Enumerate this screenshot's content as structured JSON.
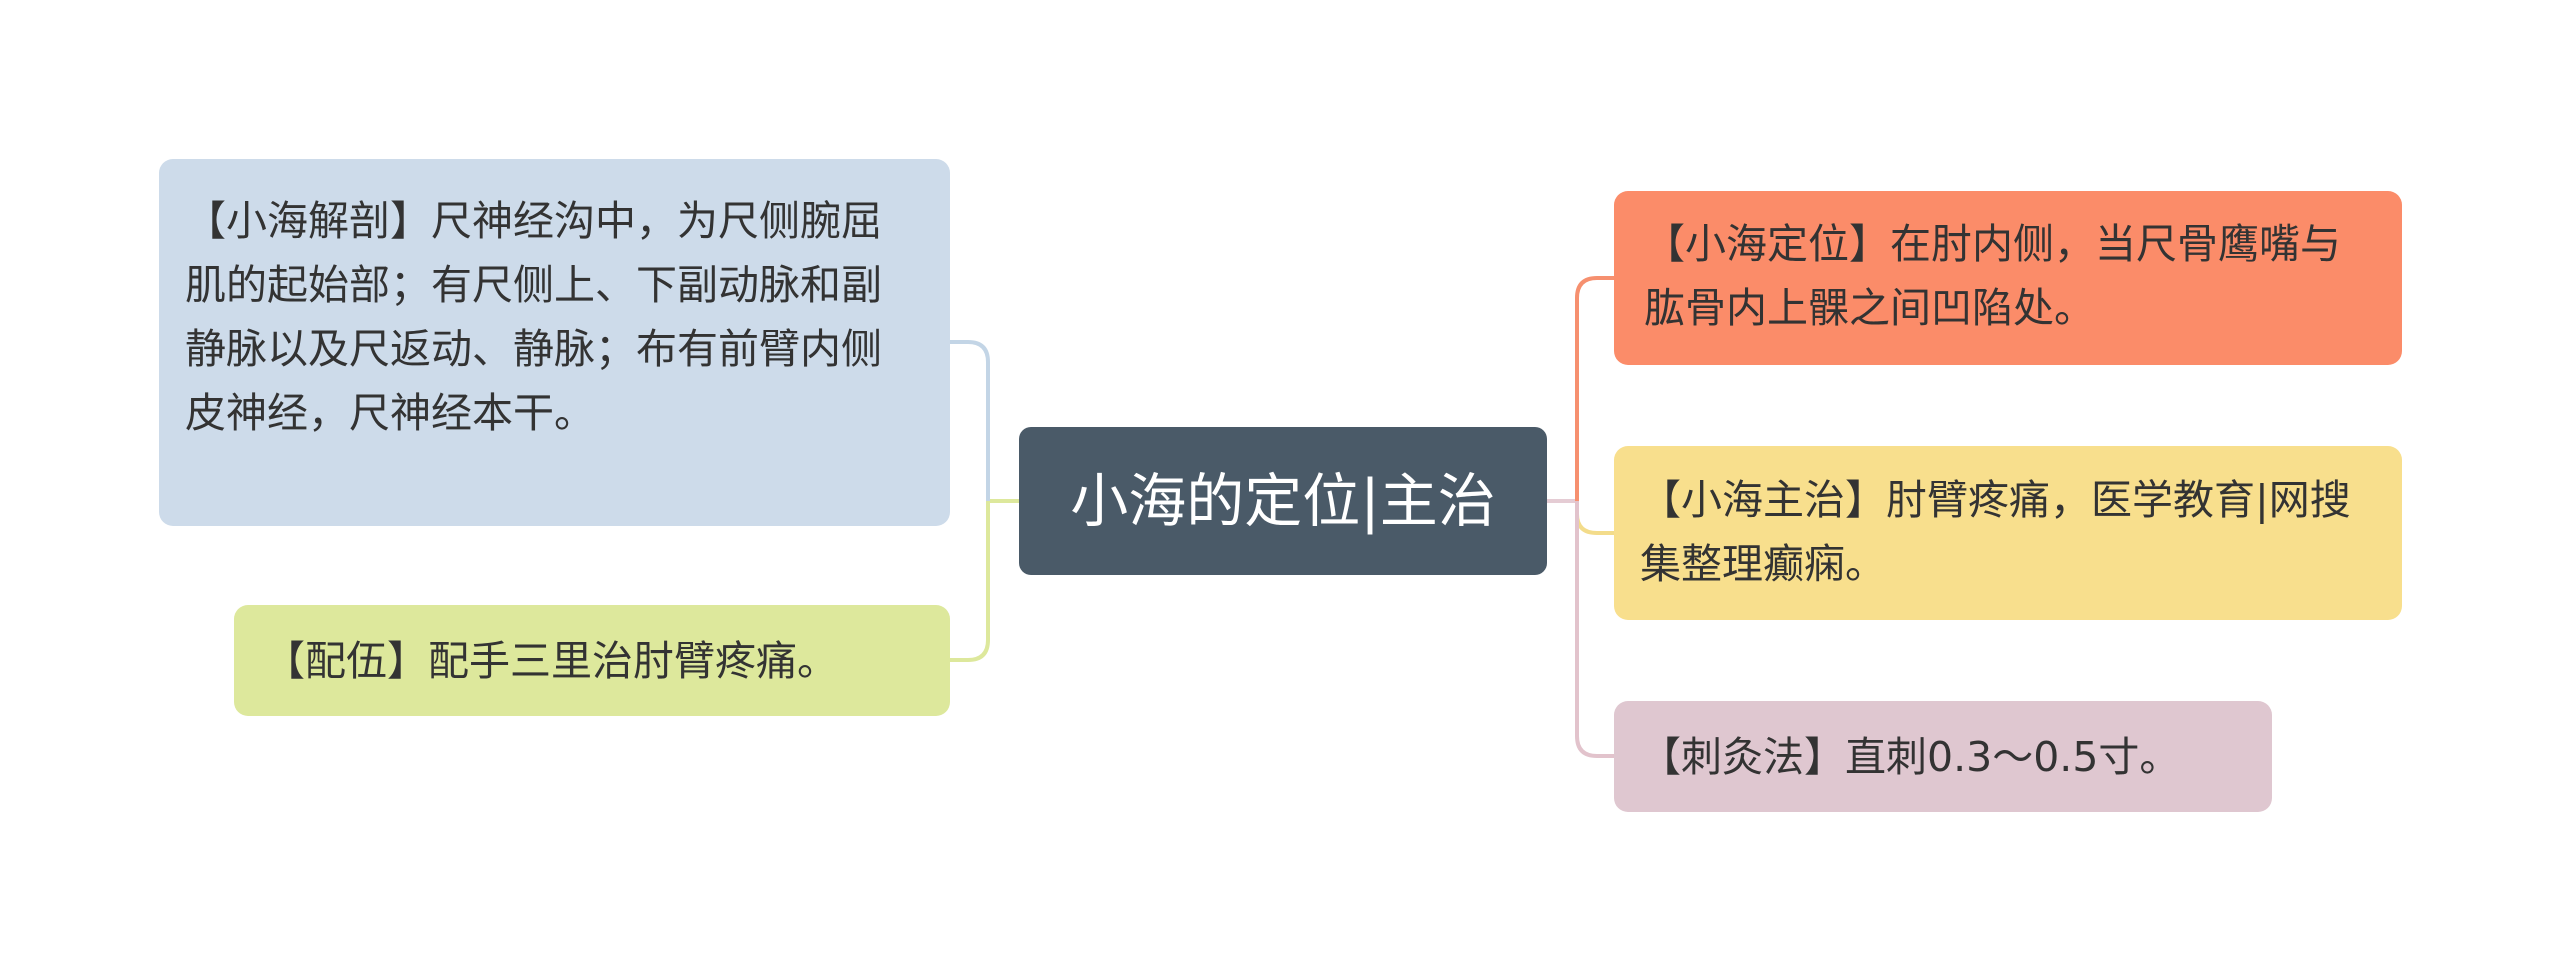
{
  "mindmap": {
    "center": {
      "text": "小海的定位|主治",
      "color": "#4a5a68"
    },
    "left_branches": [
      {
        "id": "anatomy",
        "text": "【小海解剖】尺神经沟中，为尺侧腕屈肌的起始部；有尺侧上、下副动脉和副静脉以及尺返动、静脉；布有前臂内侧皮神经，尺神经本干。",
        "fill": "#cddbea",
        "connector_color": "#c3d5e6"
      },
      {
        "id": "combo",
        "text": "【配伍】配手三里治肘臂疼痛。",
        "fill": "#dde89c",
        "connector_color": "#dde89c"
      }
    ],
    "right_branches": [
      {
        "id": "location",
        "text": "【小海定位】在肘内侧，当尺骨鹰嘴与肱骨内上髁之间凹陷处。",
        "fill": "#fb8c69",
        "connector_color": "#f6906f"
      },
      {
        "id": "indication",
        "text": "【小海主治】肘臂疼痛，医学教育|网搜集整理癫痫。",
        "fill": "#f8df8d",
        "connector_color": "#f3dc8b"
      },
      {
        "id": "needling",
        "text": "【刺灸法】直刺0.3～0.5寸。",
        "fill": "#dfc7d0",
        "connector_color": "#e2c3cc"
      }
    ],
    "trunk_connector_color": "#e5ccd4"
  }
}
